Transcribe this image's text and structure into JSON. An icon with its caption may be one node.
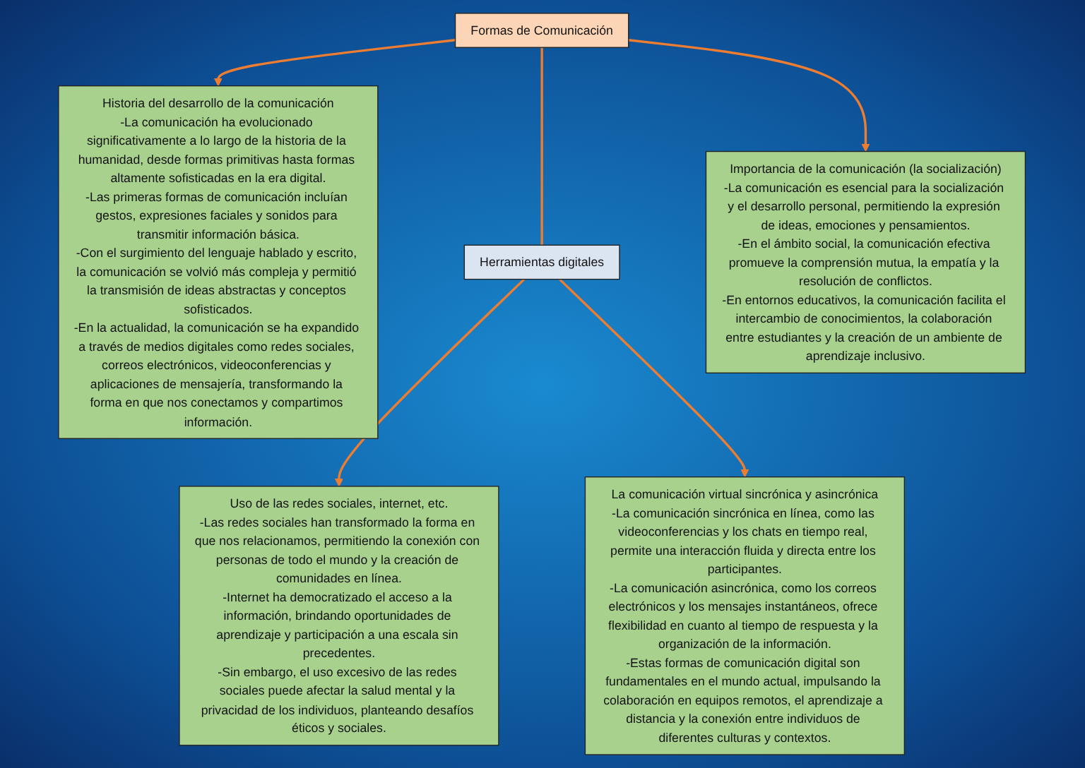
{
  "diagram": {
    "nodes": [
      {
        "text": [
          "Formas de Comunicación"
        ]
      },
      {
        "text": [
          "Herramientas digitales"
        ]
      },
      {
        "text": [
          "Historia del desarrollo de la comunicación",
          "-La comunicación ha evolucionado significativamente a lo largo de la historia de la humanidad, desde formas primitivas hasta formas altamente sofisticadas en la era digital.",
          "-Las primeras formas de comunicación incluían gestos, expresiones faciales y sonidos para transmitir información básica.",
          "-Con el surgimiento del lenguaje hablado y escrito, la comunicación se volvió más compleja y permitió la transmisión de ideas abstractas y conceptos sofisticados.",
          "-En la actualidad, la comunicación se ha expandido a través de medios digitales como redes sociales, correos electrónicos, videoconferencias y aplicaciones de mensajería, transformando la forma en que nos conectamos y compartimos información."
        ]
      },
      {
        "text": [
          "Importancia de la comunicación (la socialización)",
          "-La comunicación es esencial para la socialización y el desarrollo personal, permitiendo la expresión de ideas, emociones y pensamientos.",
          "-En el ámbito social, la comunicación efectiva promueve la comprensión mutua, la empatía y la resolución de conflictos.",
          "-En entornos educativos, la comunicación facilita el intercambio de conocimientos, la colaboración entre estudiantes y la creación de un ambiente de aprendizaje inclusivo."
        ]
      },
      {
        "text": [
          "Uso de las redes sociales, internet, etc.",
          "-Las redes sociales han transformado la forma en que nos relacionamos, permitiendo la conexión con personas de todo el mundo y la creación de comunidades en línea.",
          "-Internet ha democratizado el acceso a la información, brindando oportunidades de aprendizaje y participación a una escala sin precedentes.",
          "-Sin embargo, el uso excesivo de las redes sociales puede afectar la salud mental y la privacidad de los individuos, planteando desafíos éticos y sociales."
        ]
      },
      {
        "text": [
          "La comunicación virtual sincrónica y asincrónica",
          "-La comunicación sincrónica en línea, como las videoconferencias y los chats en tiempo real, permite una interacción fluida y directa entre los participantes.",
          "-La comunicación asincrónica, como los correos electrónicos y los mensajes instantáneos, ofrece flexibilidad en cuanto al tiempo de respuesta y la organización de la información.",
          "-Estas formas de comunicación digital son fundamentales en el mundo actual, impulsando la colaboración en equipos remotos, el aprendizaje a distancia y la conexión entre individuos de diferentes culturas y contextos."
        ]
      }
    ],
    "edges": [
      {
        "from": 0,
        "to": 2,
        "arrow": "to"
      },
      {
        "from": 0,
        "to": 1,
        "arrow": "none"
      },
      {
        "from": 0,
        "to": 3,
        "arrow": "to"
      },
      {
        "from": 1,
        "to": 4,
        "arrow": "to"
      },
      {
        "from": 1,
        "to": 5,
        "arrow": "to"
      }
    ]
  }
}
